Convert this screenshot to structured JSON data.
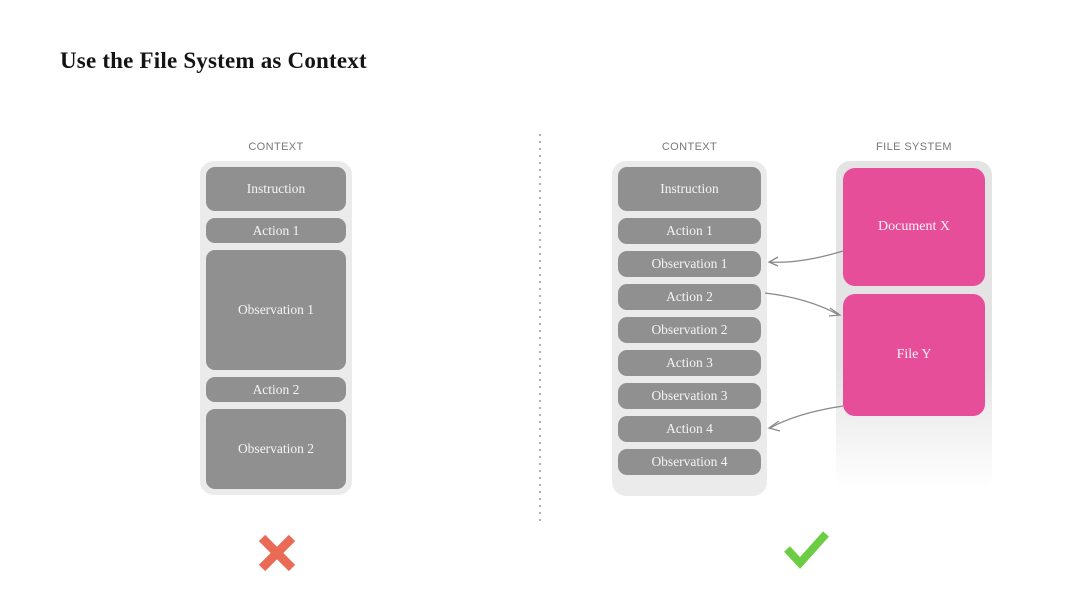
{
  "title": "Use the File System as Context",
  "colors": {
    "box_gray": "#909090",
    "panel_bg": "#ebebeb",
    "pink": "#e74e9a",
    "cross_red": "#e96b55",
    "check_green": "#6ccd45",
    "arrow_gray": "#8a8a8a",
    "label_gray": "#787878"
  },
  "left_panel": {
    "label": "CONTEXT",
    "boxes": [
      {
        "label": "Instruction"
      },
      {
        "label": "Action 1"
      },
      {
        "label": "Observation 1"
      },
      {
        "label": "Action 2"
      },
      {
        "label": "Observation 2"
      }
    ]
  },
  "right_panel": {
    "label": "CONTEXT",
    "boxes": [
      {
        "label": "Instruction"
      },
      {
        "label": "Action 1"
      },
      {
        "label": "Observation 1"
      },
      {
        "label": "Action 2"
      },
      {
        "label": "Observation 2"
      },
      {
        "label": "Action 3"
      },
      {
        "label": "Observation 3"
      },
      {
        "label": "Action 4"
      },
      {
        "label": "Observation 4"
      }
    ]
  },
  "file_system": {
    "label": "FILE SYSTEM",
    "boxes": [
      {
        "label": "Document X"
      },
      {
        "label": "File Y"
      }
    ]
  }
}
